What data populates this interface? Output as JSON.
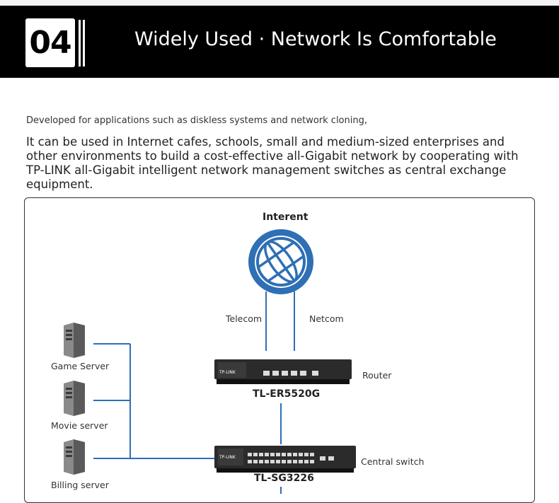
{
  "banner": {
    "number": "04",
    "title": "Widely Used · Network Is Comfortable"
  },
  "intro": {
    "small": "Developed for applications such as diskless systems and network cloning,",
    "body": "It can be used in Internet cafes, schools, small and medium-sized enterprises and other environments to build a cost-effective all-Gigabit network by cooperating with TP-LINK all-Gigabit intelligent network management switches as central exchange equipment."
  },
  "diagram": {
    "internet_label": "Interent",
    "telecom_label": "Telecom",
    "netcom_label": "Netcom",
    "router_label": "Router",
    "router_model": "TL-ER5520G",
    "switch_label": "Central switch",
    "switch_model": "TL-SG3226",
    "device_brand": "TP-LINK",
    "servers": [
      "Game Server",
      "Movie server",
      "Billing server"
    ],
    "colors": {
      "link": "#2e6fb5",
      "globe": "#2e6fb5",
      "device": "#2a2a2a"
    }
  }
}
